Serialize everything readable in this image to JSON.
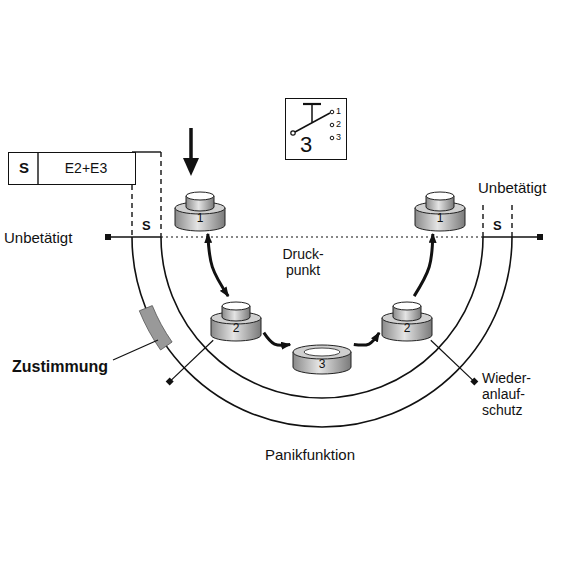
{
  "diagram": {
    "nodes": [
      {
        "text": [
          "S",
          "E2+E3"
        ]
      },
      {
        "text": [
          "3",
          "1",
          "2",
          "3"
        ]
      },
      {
        "text": [
          "1"
        ]
      },
      {
        "text": [
          "2"
        ]
      },
      {
        "text": [
          "3"
        ]
      },
      {
        "text": [
          "2"
        ]
      },
      {
        "text": [
          "1"
        ]
      }
    ],
    "edges": [
      {
        "from": 2,
        "to": 3,
        "arrow": "both"
      },
      {
        "from": 3,
        "to": 4,
        "arrow": "to"
      },
      {
        "from": 4,
        "to": 5,
        "arrow": "to"
      },
      {
        "from": 5,
        "to": 6,
        "arrow": "to"
      }
    ],
    "labels": [
      "Unbetätigt",
      "S",
      "Druck- punkt",
      "Unbetätigt",
      "S",
      "Zustimmung",
      "Wieder- anlauf- schutz",
      "Panikfunktion"
    ]
  }
}
